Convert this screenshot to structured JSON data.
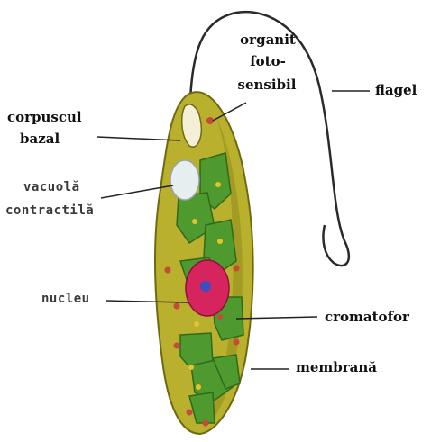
{
  "labels": {
    "organit": "organit",
    "foto": "foto-",
    "sensibil": "sensibil",
    "flagel": "flagel",
    "corpuscul": "corpuscul",
    "bazal": "bazal",
    "vacuola": "vacuolă",
    "contractila": "contractilă",
    "nucleu": "nucleu",
    "cromatofor": "cromatofor",
    "membrana": "membrană"
  },
  "colors": {
    "body_fill": "#b9b02e",
    "body_outline": "#6f6a12",
    "chromatophore": "#4f9a2e",
    "chromatophore_dark": "#2f6a1c",
    "nucleus": "#d6245f",
    "nucleolus": "#3b4fbf",
    "vacuole": "#e7eef0",
    "granule": "#c44a3a",
    "flagellum": "#2a2a2a"
  }
}
